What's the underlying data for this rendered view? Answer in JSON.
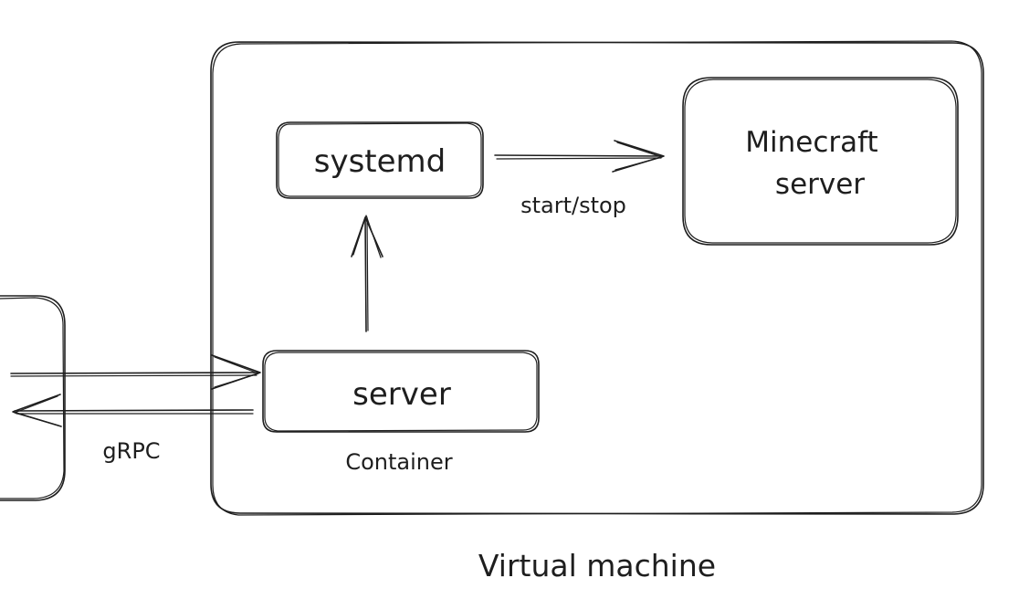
{
  "diagram": {
    "nodes": {
      "systemd": "systemd",
      "minecraft_line1": "Minecraft",
      "minecraft_line2": "server",
      "server": "server",
      "server_sublabel": "Container"
    },
    "edges": {
      "start_stop": "start/stop",
      "grpc": "gRPC"
    },
    "group_label": "Virtual machine"
  }
}
